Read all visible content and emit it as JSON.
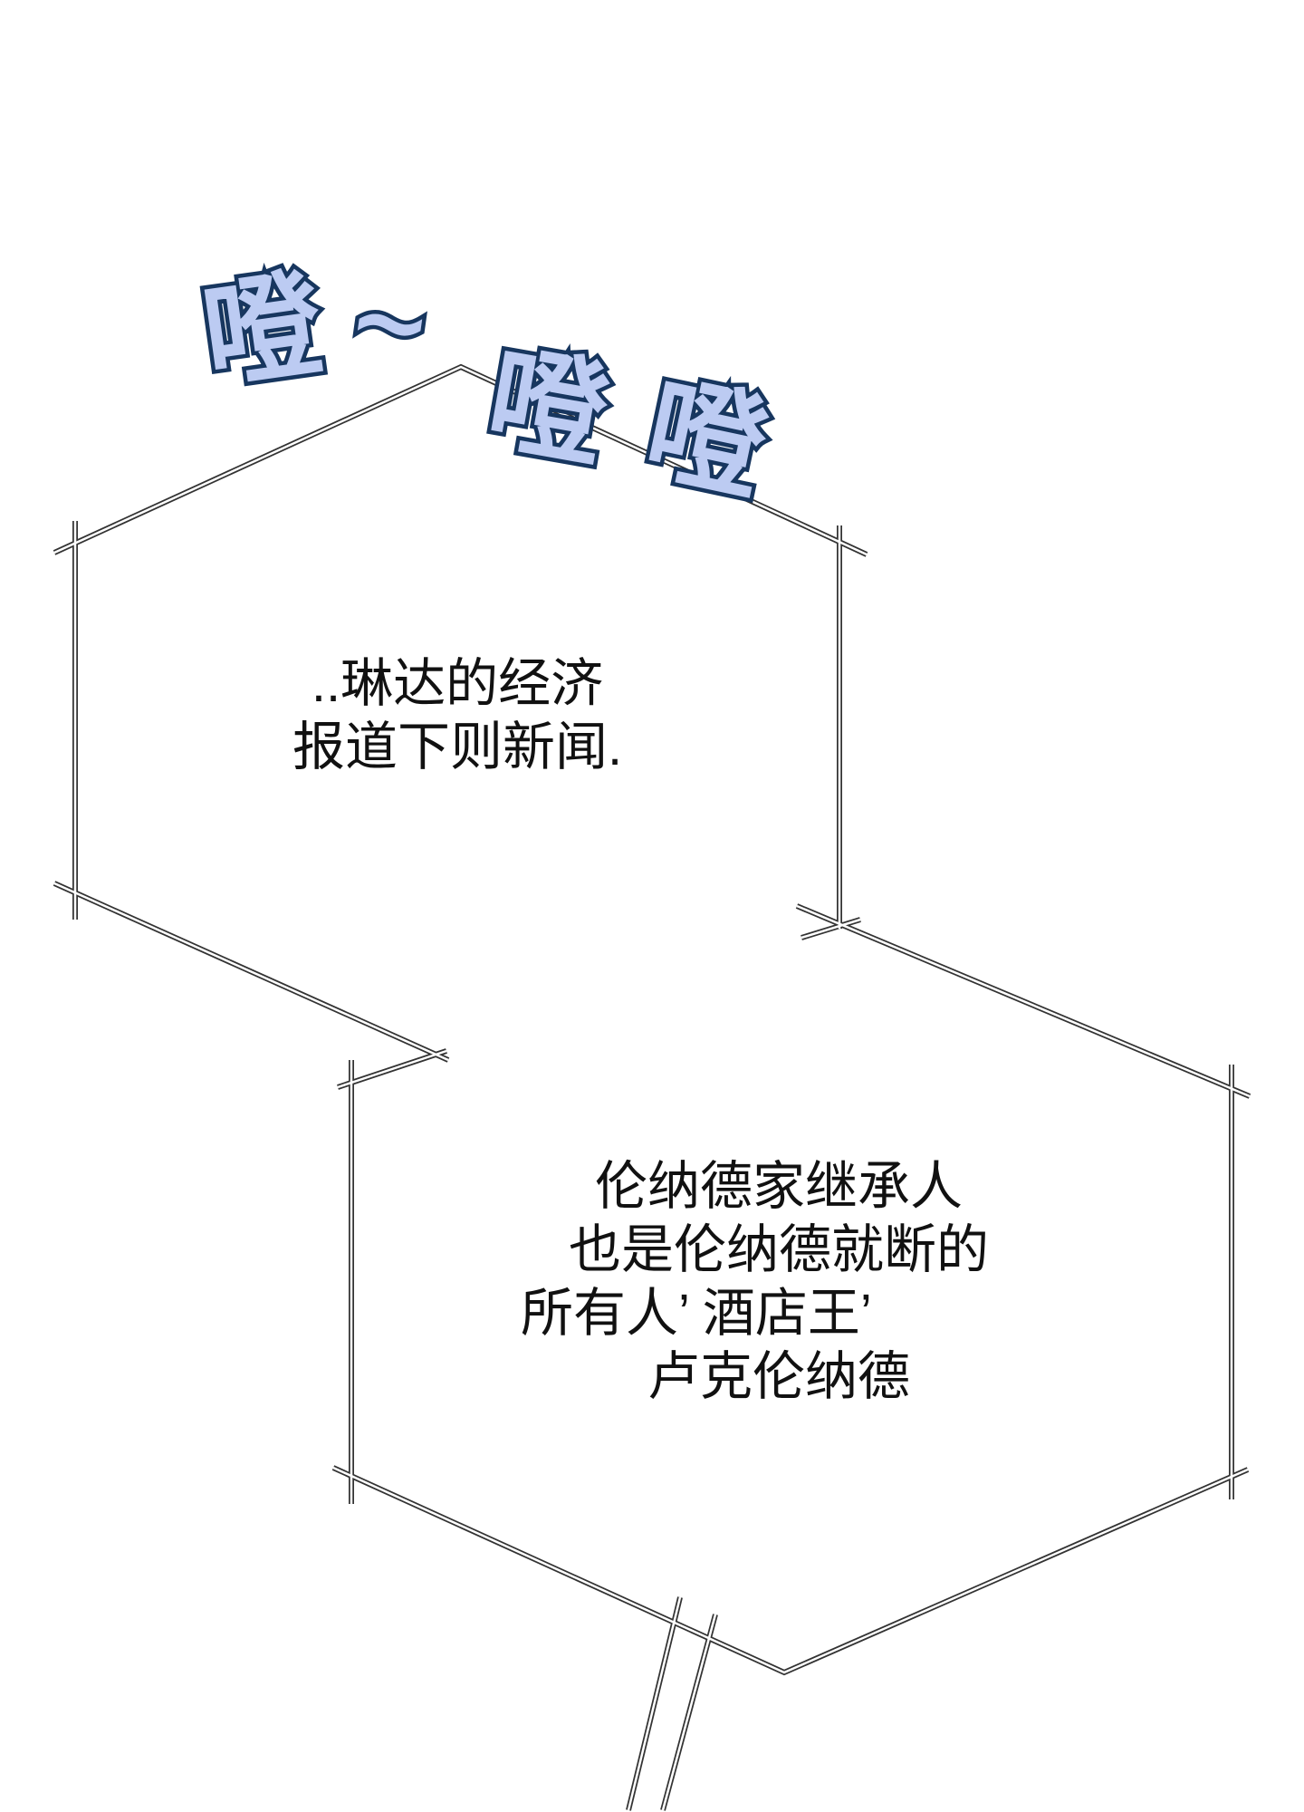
{
  "sfx": {
    "chars": [
      "噔",
      "~",
      "噔",
      "噔"
    ],
    "fill_color": "#bccbf2",
    "outline_color": "#17365f"
  },
  "narration_1": {
    "lines": [
      "..琳达的经济",
      "报道下则新闻."
    ]
  },
  "narration_2": {
    "lines": [
      "伦纳德家继承人",
      "也是伦纳德就断的",
      "所有人’ 酒店王’",
      "卢克伦纳德"
    ]
  }
}
